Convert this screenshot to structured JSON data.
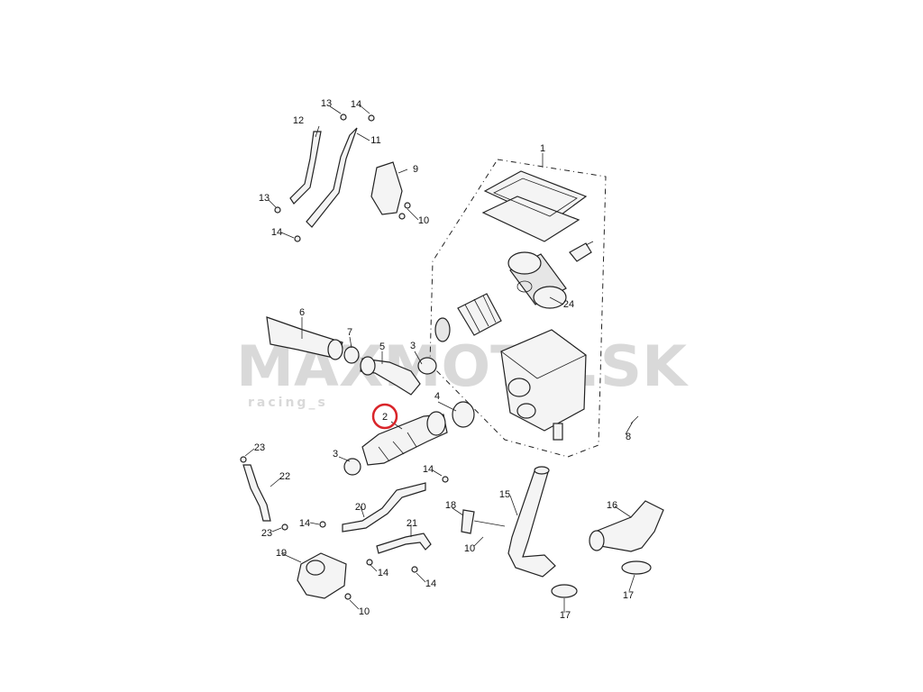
{
  "watermark": {
    "brand": "MAXMOTO.SK",
    "tagline": "racing_s"
  },
  "highlight": {
    "part": "2",
    "color": "#d9252a"
  },
  "callouts": [
    {
      "id": "c1",
      "text": "1"
    },
    {
      "id": "c2",
      "text": "2"
    },
    {
      "id": "c3a",
      "text": "3"
    },
    {
      "id": "c3b",
      "text": "3"
    },
    {
      "id": "c4",
      "text": "4"
    },
    {
      "id": "c5",
      "text": "5"
    },
    {
      "id": "c6",
      "text": "6"
    },
    {
      "id": "c7",
      "text": "7"
    },
    {
      "id": "c8",
      "text": "8"
    },
    {
      "id": "c9",
      "text": "9"
    },
    {
      "id": "c10a",
      "text": "10"
    },
    {
      "id": "c10b",
      "text": "10"
    },
    {
      "id": "c10c",
      "text": "10"
    },
    {
      "id": "c11",
      "text": "11"
    },
    {
      "id": "c12",
      "text": "12"
    },
    {
      "id": "c13a",
      "text": "13"
    },
    {
      "id": "c13b",
      "text": "13"
    },
    {
      "id": "c14a",
      "text": "14"
    },
    {
      "id": "c14b",
      "text": "14"
    },
    {
      "id": "c14c",
      "text": "14"
    },
    {
      "id": "c14d",
      "text": "14"
    },
    {
      "id": "c14e",
      "text": "14"
    },
    {
      "id": "c14f",
      "text": "14"
    },
    {
      "id": "c15",
      "text": "15"
    },
    {
      "id": "c16",
      "text": "16"
    },
    {
      "id": "c17a",
      "text": "17"
    },
    {
      "id": "c17b",
      "text": "17"
    },
    {
      "id": "c18",
      "text": "18"
    },
    {
      "id": "c19",
      "text": "19"
    },
    {
      "id": "c20",
      "text": "20"
    },
    {
      "id": "c21",
      "text": "21"
    },
    {
      "id": "c22",
      "text": "22"
    },
    {
      "id": "c23a",
      "text": "23"
    },
    {
      "id": "c23b",
      "text": "23"
    },
    {
      "id": "c24",
      "text": "24"
    }
  ]
}
